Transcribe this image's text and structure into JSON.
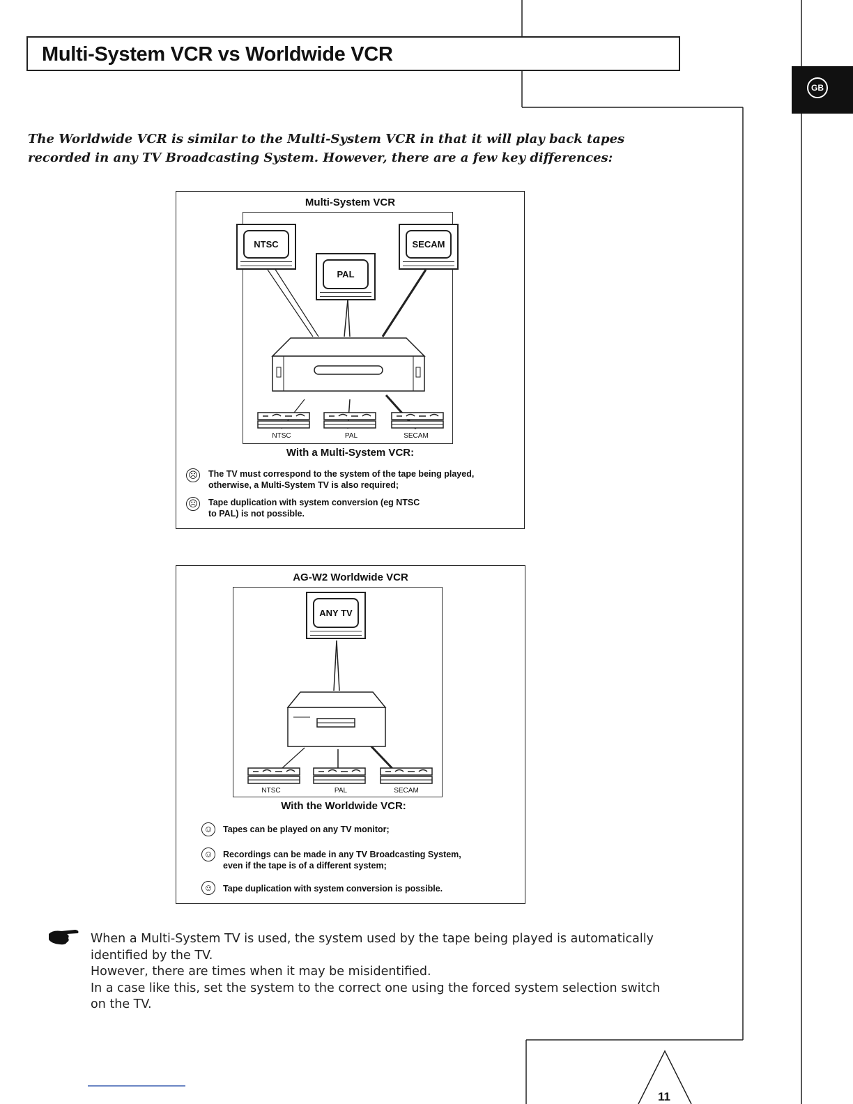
{
  "title": "Multi-System VCR vs Worldwide VCR",
  "tab_label": "GB",
  "intro": "The Worldwide VCR is similar to the Multi-System VCR in that it will play back tapes recorded in any TV Broadcasting System. However, there are a few key differences:",
  "multi": {
    "title": "Multi-System VCR",
    "tvs": [
      "NTSC",
      "PAL",
      "SECAM"
    ],
    "tapes": [
      "NTSC",
      "PAL",
      "SECAM"
    ],
    "caption": "With a Multi-System VCR:",
    "points": [
      "The TV must correspond to the system of the tape being played, otherwise, a Multi-System TV is also required;",
      "Tape duplication with system conversion (eg NTSC to PAL) is not possible."
    ]
  },
  "worldwide": {
    "title": "AG-W2 Worldwide VCR",
    "tv": "ANY TV",
    "tapes": [
      "NTSC",
      "PAL",
      "SECAM"
    ],
    "caption": "With the Worldwide VCR:",
    "points": [
      "Tapes can be played on any TV monitor;",
      "Recordings can be made in any TV Broadcasting System, even if the tape is of a different system;",
      "Tape duplication with system conversion is possible."
    ]
  },
  "note": {
    "icon": "pointing-hand-icon",
    "lines": [
      "When a Multi-System TV is used, the system used by the tape being played is automatically identified by the TV.",
      "However, there are times when it may be misidentified.",
      "In a case like this, set the system to the correct one using the forced system selection switch on the TV."
    ]
  },
  "page_number": "11"
}
